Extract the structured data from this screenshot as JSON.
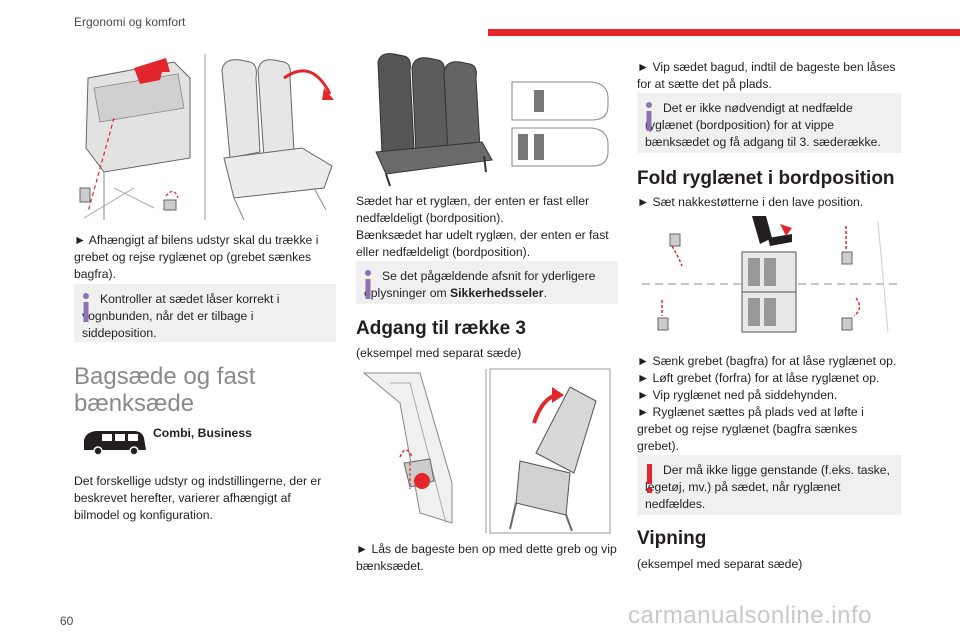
{
  "header": {
    "section": "Ergonomi og komfort"
  },
  "page_number": "60",
  "watermark": "carmanualsonline.info",
  "col1": {
    "instr1": "► Afhængigt af bilens udstyr skal du trække i grebet og rejse ryglænet op (grebet sænkes bagfra).",
    "note1": "Kontroller at sædet låser korrekt i vognbunden, når det er tilbage i siddeposition.",
    "heading": "Bagsæde og fast bænksæde",
    "models": "Combi, Business",
    "para": "Det forskellige udstyr og indstillingerne, der er beskrevet herefter, varierer afhængigt af bilmodel og konfiguration."
  },
  "col2": {
    "para1": "Sædet har et ryglæn, der enten er fast eller nedfældeligt (bordposition).",
    "para2": "Bænksædet har udelt ryglæn, der enten er fast eller nedfældeligt (bordposition).",
    "note_pre": "Se det pågældende afsnit for yderligere oplysninger om ",
    "note_bold": "Sikkerhedsseler",
    "note_post": ".",
    "heading": "Adgang til række 3",
    "caption": "(eksempel med separat sæde)",
    "instr": "► Lås de bageste ben op med dette greb og vip bænksædet."
  },
  "col3": {
    "instr1": "► Vip sædet bagud, indtil de bageste ben låses for at sætte det på plads.",
    "note1": "Det er ikke nødvendigt at nedfælde ryglænet (bordposition) for at vippe bænksædet og få adgang til 3. sæderække.",
    "heading1": "Fold ryglænet i bordposition",
    "step0": "► Sæt nakkestøtterne i den lave position.",
    "steps": [
      "► Sænk grebet (bagfra) for at låse ryglænet op.",
      "► Løft grebet (forfra) for at låse ryglænet op.",
      "► Vip ryglænet ned på siddehynden.",
      "► Ryglænet sættes på plads ved at løfte i grebet og rejse ryglænet (bagfra sænkes grebet)."
    ],
    "warning": "Der må ikke ligge genstande (f.eks. taske, legetøj, mv.) på sædet, når ryglænet nedfældes.",
    "heading2": "Vipning",
    "caption2": "(eksempel med separat sæde)"
  },
  "colors": {
    "accent_red": "#e3262b",
    "info_purple": "#8e72b4",
    "note_bg": "#f0f0f0"
  }
}
